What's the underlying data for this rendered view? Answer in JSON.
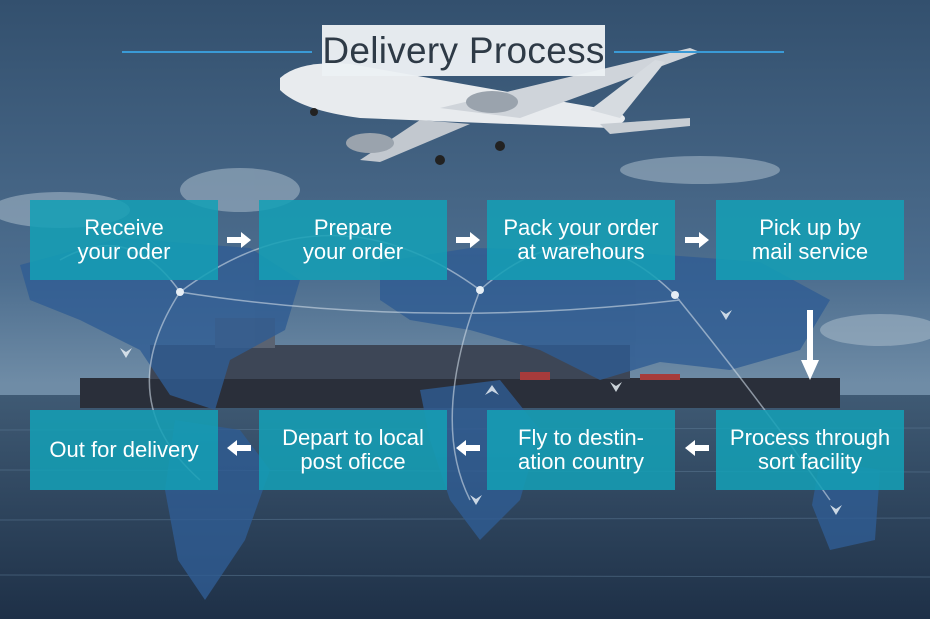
{
  "title": "Delivery Process",
  "colors": {
    "accent_line": "#3a9ad6",
    "step_box": "#14a0b6",
    "title_box": "#ecf0f4",
    "arrow": "#ffffff"
  },
  "steps": [
    {
      "lines": [
        "Receive",
        "your oder"
      ]
    },
    {
      "lines": [
        "Prepare",
        "your order"
      ]
    },
    {
      "lines": [
        "Pack your order",
        "at warehours"
      ]
    },
    {
      "lines": [
        "Pick up by",
        "mail service"
      ]
    },
    {
      "lines": [
        "Process through",
        "sort facility"
      ]
    },
    {
      "lines": [
        "Fly to destin-",
        "ation country"
      ]
    },
    {
      "lines": [
        "Depart to local",
        "post oficce"
      ]
    },
    {
      "lines": [
        "Out for delivery"
      ]
    }
  ],
  "arrows": [
    "right-arrow",
    "right-arrow",
    "right-arrow",
    "down-arrow",
    "left-arrow",
    "left-arrow",
    "left-arrow"
  ]
}
